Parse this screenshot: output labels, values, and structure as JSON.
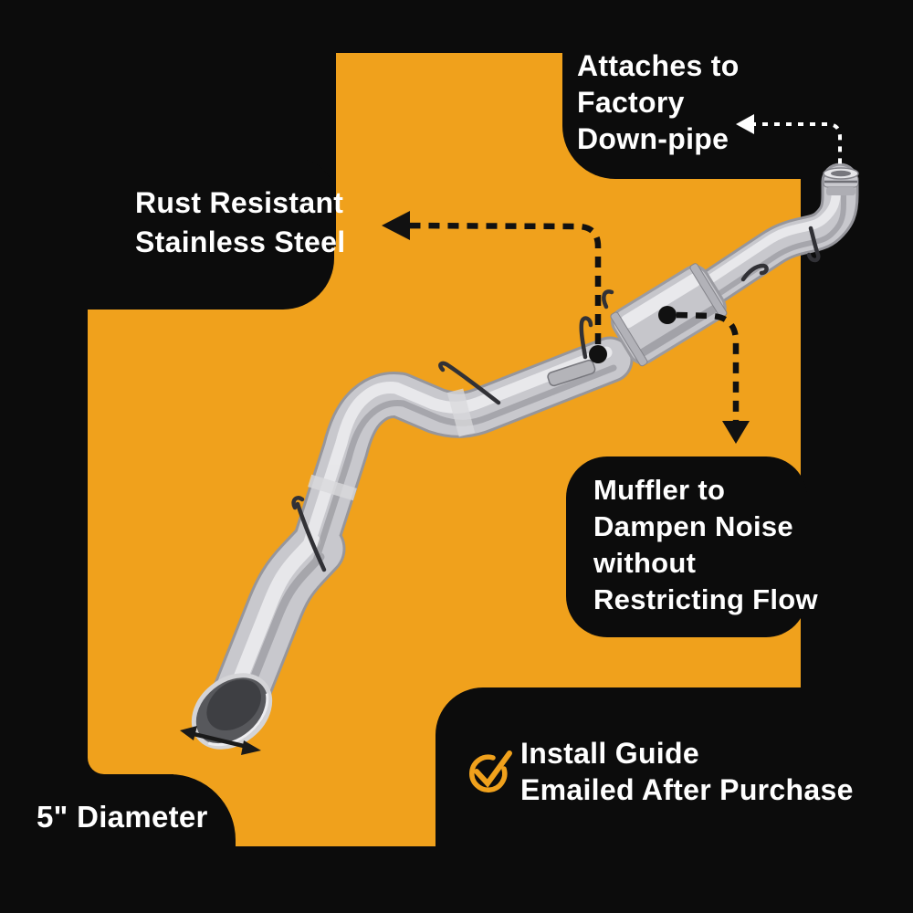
{
  "palette": {
    "background": "#0c0c0c",
    "accent_orange": "#F0A11C",
    "text_white": "#ffffff",
    "pipe_gray": "#c8c8cd",
    "arrow_black": "#111111",
    "arrow_white": "#ffffff"
  },
  "callouts": {
    "attaches": {
      "lines": [
        "Attaches to",
        "Factory",
        "Down-pipe"
      ]
    },
    "rust": {
      "lines": [
        "Rust Resistant",
        "Stainless Steel"
      ]
    },
    "muffler": {
      "lines": [
        "Muffler to",
        "Dampen Noise",
        "without",
        "Restricting Flow"
      ]
    },
    "install": {
      "lines": [
        "Install Guide",
        "Emailed After Purchase"
      ]
    },
    "diameter": {
      "label": "5\" Diameter"
    }
  },
  "icons": {
    "check": "circled-checkmark"
  },
  "illustration": {
    "subject": "downpipe-back single exhaust system with muffler, hangers and factory down-pipe connection",
    "tip_diameter_label_target": "exhaust tip opening",
    "arrows": [
      {
        "name": "attaches-arrow",
        "style": "white-dashed",
        "from": "down-pipe inlet flange",
        "to": "Attaches to Factory Down-pipe label"
      },
      {
        "name": "rust-arrow",
        "style": "black-dashed",
        "from": "mid pipe clamp",
        "to": "Rust Resistant Stainless Steel label"
      },
      {
        "name": "muffler-arrow",
        "style": "black-dashed",
        "from": "muffler body",
        "to": "Muffler to Dampen Noise label"
      },
      {
        "name": "diameter-arrow",
        "style": "black-double-headed",
        "across": "exhaust tip opening"
      }
    ]
  }
}
